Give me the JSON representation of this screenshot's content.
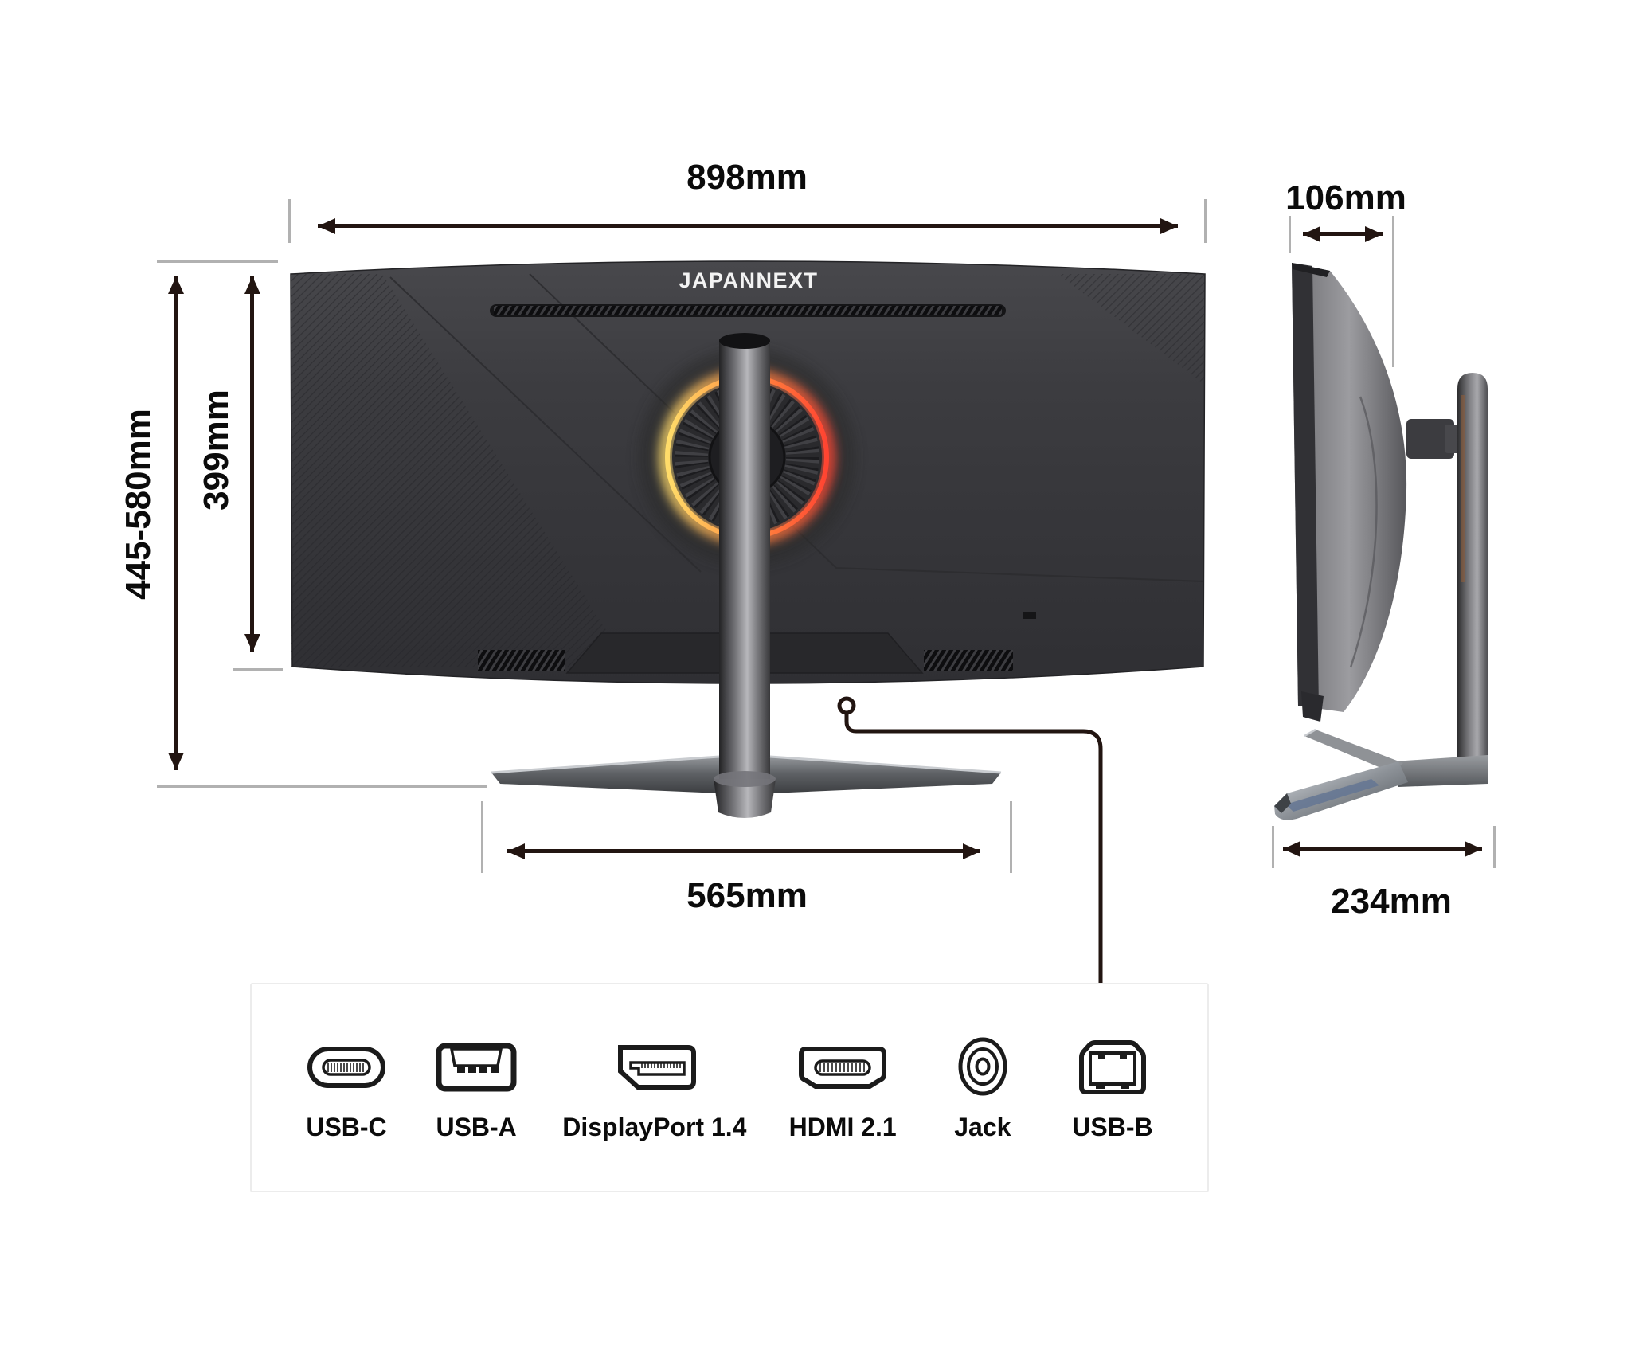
{
  "brand": {
    "logo_text": "JAPANNEXT"
  },
  "dimension_labels": {
    "back_width": "898mm",
    "height_range": "445-580mm",
    "panel_height": "399mm",
    "stand_width": "565mm",
    "top_depth": "106mm",
    "base_depth": "234mm"
  },
  "ports_panel": {
    "items": [
      {
        "icon": "usb-c-port-icon",
        "label": "USB-C"
      },
      {
        "icon": "usb-a-port-icon",
        "label": "USB-A"
      },
      {
        "icon": "displayport-icon",
        "label": "DisplayPort 1.4"
      },
      {
        "icon": "hdmi-port-icon",
        "label": "HDMI 2.1"
      },
      {
        "icon": "audio-jack-icon",
        "label": "Jack"
      },
      {
        "icon": "usb-b-port-icon",
        "label": "USB-B"
      }
    ]
  },
  "colors": {
    "background": "#ffffff",
    "dimension_line": "#221511",
    "extension_line": "#b1b1b1",
    "label_text": "#0b0b0b",
    "monitor_body": "#3a3a3e",
    "rgb_ring_left": "#ffdd6a",
    "rgb_ring_right": "#ff4431"
  }
}
